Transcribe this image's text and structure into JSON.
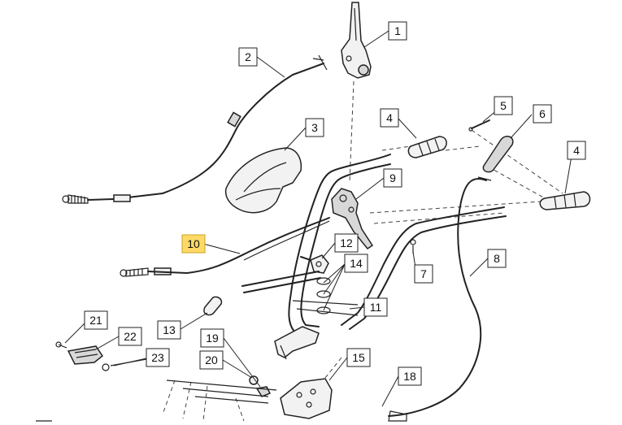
{
  "diagram": {
    "highlight_color": "#ffd966",
    "callouts": [
      {
        "label": "1"
      },
      {
        "label": "2"
      },
      {
        "label": "3"
      },
      {
        "label": "4"
      },
      {
        "label": "5"
      },
      {
        "label": "6"
      },
      {
        "label": "4"
      },
      {
        "label": "9"
      },
      {
        "label": "10",
        "highlighted": true
      },
      {
        "label": "12"
      },
      {
        "label": "14"
      },
      {
        "label": "7"
      },
      {
        "label": "8"
      },
      {
        "label": "11"
      },
      {
        "label": "13"
      },
      {
        "label": "21"
      },
      {
        "label": "22"
      },
      {
        "label": "19"
      },
      {
        "label": "23"
      },
      {
        "label": "20"
      },
      {
        "label": "15"
      },
      {
        "label": "18"
      }
    ]
  }
}
